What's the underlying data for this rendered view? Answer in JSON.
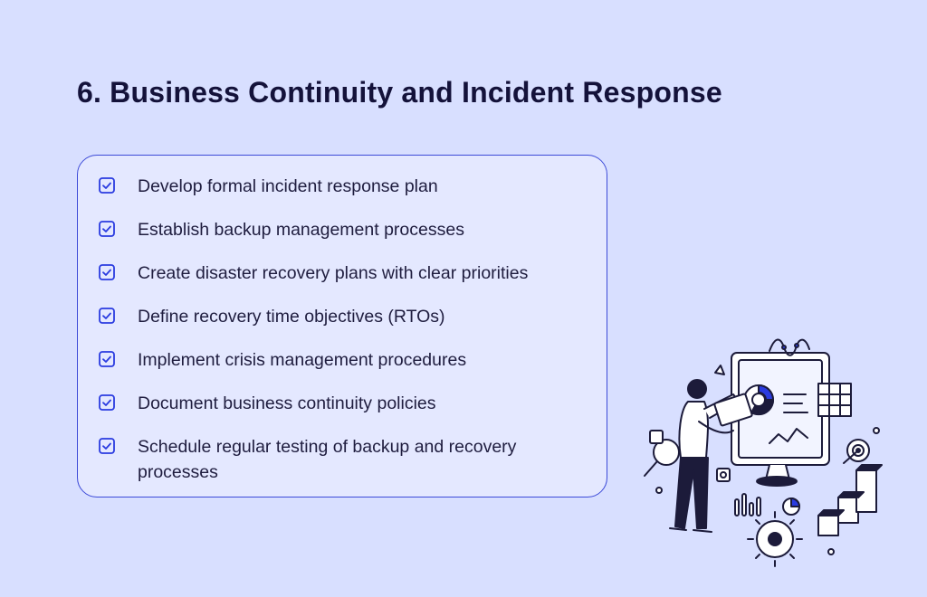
{
  "title": "6.  Business Continuity and Incident Response",
  "checklist": [
    {
      "label": "Develop formal incident response plan",
      "icon": "checkbox-checked-icon"
    },
    {
      "label": "Establish backup management processes",
      "icon": "checkbox-checked-icon"
    },
    {
      "label": "Create disaster recovery plans with clear priorities",
      "icon": "checkbox-checked-icon"
    },
    {
      "label": "Define recovery time objectives (RTOs)",
      "icon": "checkbox-checked-icon"
    },
    {
      "label": "Implement crisis management procedures",
      "icon": "checkbox-checked-icon"
    },
    {
      "label": "Document business continuity policies",
      "icon": "checkbox-checked-icon"
    },
    {
      "label": "Schedule regular testing of backup and recovery processes",
      "icon": "checkbox-checked-icon"
    }
  ],
  "colors": {
    "background": "#D8DFFF",
    "card_border": "#3C4AD8",
    "accent": "#2A3BE0",
    "text": "#1F1D3F"
  }
}
